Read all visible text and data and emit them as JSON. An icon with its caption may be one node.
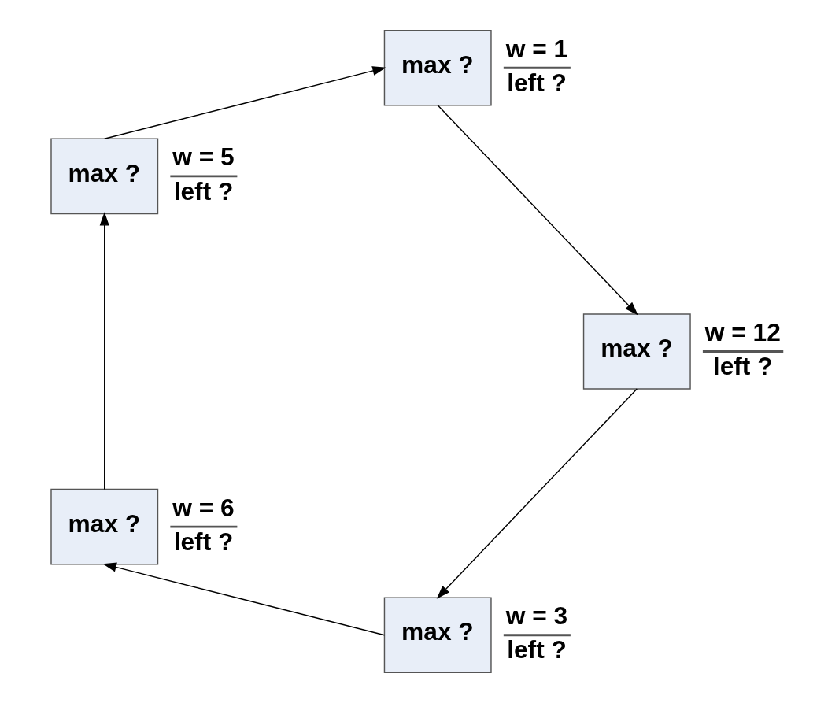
{
  "diagram": {
    "nodes": [
      {
        "text": [
          "max ?"
        ],
        "beside": [
          "w = 3",
          "left ?"
        ]
      },
      {
        "text": [
          "max ?"
        ],
        "beside": [
          "w = 6",
          "left ?"
        ]
      },
      {
        "text": [
          "max ?"
        ],
        "beside": [
          "w = 5",
          "left ?"
        ]
      },
      {
        "text": [
          "max ?"
        ],
        "beside": [
          "w = 1",
          "left ?"
        ]
      },
      {
        "text": [
          "max ?"
        ],
        "beside": [
          "w = 12",
          "left ?"
        ]
      }
    ],
    "edges": [
      {
        "from": 0,
        "to": 1,
        "arrow": "to"
      },
      {
        "from": 1,
        "to": 2,
        "arrow": "to"
      },
      {
        "from": 2,
        "to": 3,
        "arrow": "to"
      },
      {
        "from": 3,
        "to": 4,
        "arrow": "to"
      },
      {
        "from": 4,
        "to": 0,
        "arrow": "to"
      }
    ]
  }
}
